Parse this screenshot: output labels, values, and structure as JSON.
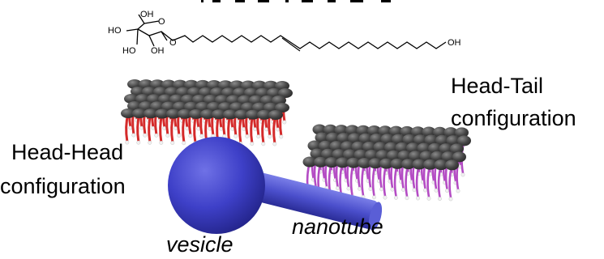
{
  "labels": {
    "head_tail_line1": "Head-Tail",
    "head_tail_line2": "configuration",
    "head_head_line1": "Head-Head",
    "head_head_line2": "configuration",
    "vesicle": "vesicle",
    "nanotube": "nanotube"
  },
  "molecule": {
    "atoms": [
      "OH",
      "HO",
      "HO",
      "OH",
      "O",
      "O",
      "OH"
    ]
  },
  "colors": {
    "head": "#4a4a4a",
    "tail_head_head": "#d42a2a",
    "tail_head_tail": "#b44cc4",
    "vesicle": "#3d3fc6",
    "nanotube": "#4f53cf"
  }
}
